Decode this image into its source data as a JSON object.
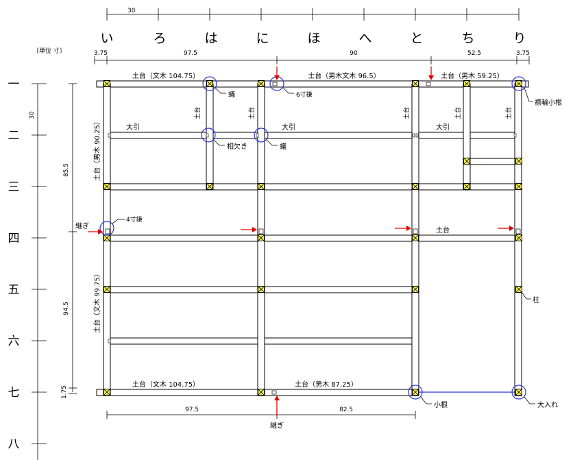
{
  "top_ruler": {
    "label": "30",
    "columns": [
      "い",
      "ろ",
      "は",
      "に",
      "ほ",
      "へ",
      "と",
      "ち",
      "り"
    ]
  },
  "left_ruler": {
    "label": "30",
    "rows": [
      "一",
      "二",
      "三",
      "四",
      "五",
      "六",
      "七",
      "八"
    ]
  },
  "unit_label": "〔単位 寸〕",
  "dims_top": [
    "3.75",
    "97.5",
    "90",
    "52.5",
    "3.75"
  ],
  "dims_left": [
    "85.5",
    "94.5",
    "1.75"
  ],
  "dims_bottom": [
    "97.5",
    "82.5"
  ],
  "beam_labels": {
    "top_left": "土台（文木 104.75）",
    "top_mid": "土台（男木文木 96.5）",
    "top_right": "土台（男木 59.25）",
    "oobiki1": "大引",
    "oobiki2": "大引",
    "oobiki3": "大引",
    "dodai_row4": "土台",
    "bottom_left": "土台（文木 104.75）",
    "bottom_mid": "土台（男木 87.25）",
    "left_upper": "土台（男木 90.25）",
    "left_lower": "土台（文木 99.75）",
    "tsuka1": "土台",
    "tsuka2": "土台",
    "tsuka3": "土台",
    "tsuka4": "土台",
    "tsuka5": "土台"
  },
  "annotations": {
    "ari1": "蟻",
    "kama6": "6寸鎌",
    "hiwa": "襟輪小根",
    "aigaki": "相欠き",
    "ari2": "蟻",
    "kama4": "4寸鎌",
    "tsugi_left": "継ぎ",
    "hashira": "柱",
    "kone": "小根",
    "ooire": "大入れ",
    "tsugi_bottom": "継ぎ"
  },
  "colors": {
    "post": "#f4f05a",
    "ring": "#2a32d8",
    "arrow": "#e00000"
  }
}
